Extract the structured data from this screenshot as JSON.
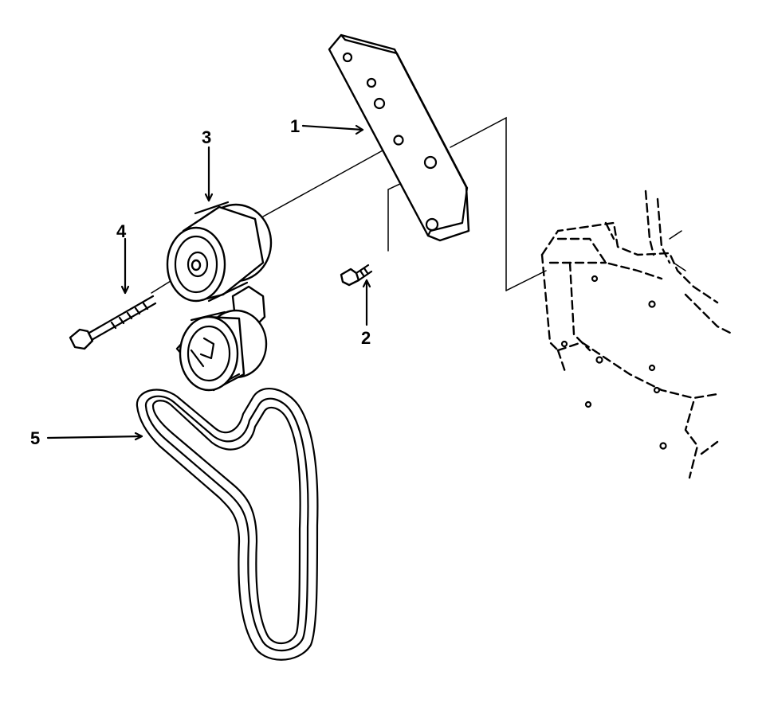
{
  "diagram": {
    "callouts": [
      {
        "id": "1",
        "label": "1"
      },
      {
        "id": "2",
        "label": "2"
      },
      {
        "id": "3",
        "label": "3"
      },
      {
        "id": "4",
        "label": "4"
      },
      {
        "id": "5",
        "label": "5"
      }
    ],
    "parts": [
      {
        "number": "1",
        "icon": "mounting-bracket"
      },
      {
        "number": "2",
        "icon": "short-bolt"
      },
      {
        "number": "3",
        "icon": "idler-pulley"
      },
      {
        "number": "4",
        "icon": "long-bolt"
      },
      {
        "number": "5",
        "icon": "drive-belt"
      }
    ]
  }
}
